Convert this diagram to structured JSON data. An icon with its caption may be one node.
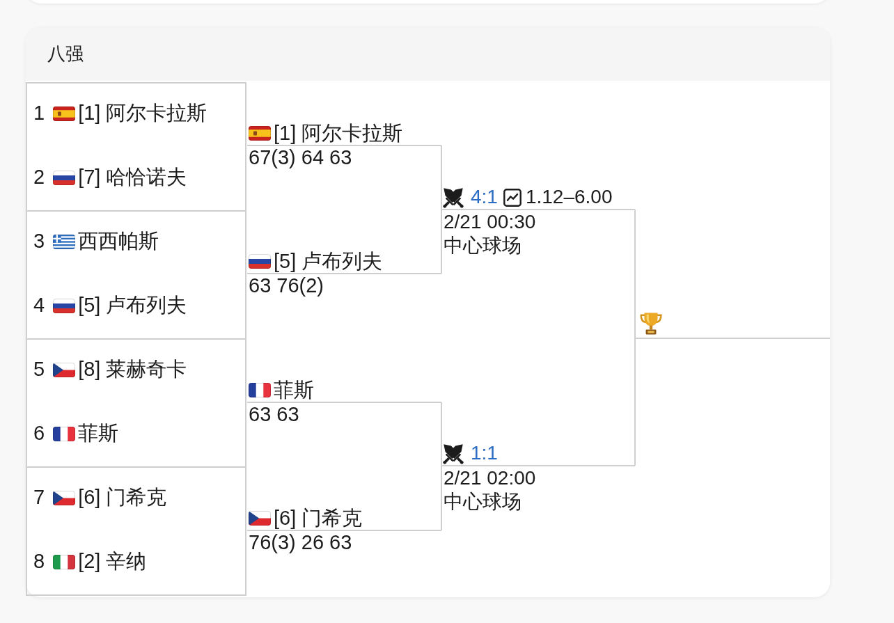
{
  "diagram": {
    "title": "八强",
    "nodes": [
      {
        "text": [],
        "shape": "box"
      },
      {
        "text": [
          "1",
          "[1] 阿尔卡拉斯"
        ],
        "in": 0
      },
      {
        "text": [
          "2",
          "[7] 哈恰诺夫"
        ],
        "in": 0
      },
      {
        "text": [],
        "shape": "box"
      },
      {
        "text": [
          "3",
          "西西帕斯"
        ],
        "in": 3
      },
      {
        "text": [
          "4",
          "[5] 卢布列夫"
        ],
        "in": 3
      },
      {
        "text": [],
        "shape": "box"
      },
      {
        "text": [
          "5",
          "[8] 莱赫奇卡"
        ],
        "in": 6
      },
      {
        "text": [
          "6",
          "菲斯"
        ],
        "in": 6
      },
      {
        "text": [],
        "shape": "box"
      },
      {
        "text": [
          "7",
          "[6] 门希克"
        ],
        "in": 9
      },
      {
        "text": [
          "8",
          "[2] 辛纳"
        ],
        "in": 9
      },
      {
        "text": [
          "[1] 阿尔卡拉斯",
          "67(3) 64 63"
        ]
      },
      {
        "text": [
          "[5] 卢布列夫",
          "63 76(2)"
        ]
      },
      {
        "text": [
          "菲斯",
          "63 63"
        ]
      },
      {
        "text": [
          "[6] 门希克",
          "76(3) 26 63"
        ]
      },
      {
        "text": [
          "4:1",
          "1.12–6.00",
          "2/21 00:30",
          "中心球场"
        ]
      },
      {
        "text": [
          "1:1",
          "2/21 02:00",
          "中心球场"
        ]
      },
      {
        "text": [],
        "shape": "picture"
      }
    ],
    "edges": [
      {
        "from": 12,
        "to": 16,
        "arrow": "none"
      },
      {
        "from": 13,
        "to": 16,
        "arrow": "none"
      },
      {
        "from": 14,
        "to": 17,
        "arrow": "none"
      },
      {
        "from": 15,
        "to": 17,
        "arrow": "none"
      },
      {
        "from": 16,
        "to": 18,
        "arrow": "none"
      },
      {
        "from": 17,
        "to": 18,
        "arrow": "none"
      }
    ]
  }
}
